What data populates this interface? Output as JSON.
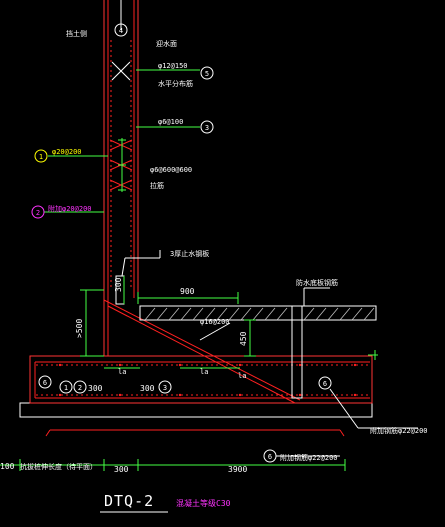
{
  "drawing": {
    "title": "DTQ-2",
    "subtitle": "混凝土等级C30",
    "colors": {
      "background": "#000000",
      "wall": "#ff3333",
      "rebar": "#ff2020",
      "dim": "#44ff44",
      "text": "#ffffff",
      "yellow": "#ffff00",
      "magenta": "#ff33ff",
      "grey": "#b0b0b0",
      "hatch": "#bfbfbf"
    },
    "labels": {
      "outer_side": "挡土侧",
      "wall_face": "迎水面",
      "horiz_bar": "φ12@150",
      "horiz_dist": "水平分布筋",
      "tie_bar": "φ6@100",
      "bar1": "φ20@200",
      "tie2": "φ6@600@600",
      "tie2_note": "拉筋",
      "bar2": "附加φ20@200",
      "waterstop": "3厚止水钢板",
      "floor": "防水底板钢筋",
      "diag_bar": "φ16@200",
      "la_left": "la",
      "la_right": "la",
      "la_diag": "la",
      "bottom_bar": "附加钢筋φ22@200",
      "bottom_bar2": "附加钢筋φ22@200",
      "bottom_note": "抗拔桩伸长度（待平面）"
    },
    "dims": {
      "d900": "900",
      "d500": ">500",
      "d450": "450",
      "d300a": "300",
      "d300b": "300",
      "d300c": "300",
      "d300d": "300",
      "d100": "100",
      "d3900": "3900"
    },
    "callouts": [
      "1",
      "2",
      "3",
      "4",
      "5",
      "6"
    ]
  }
}
